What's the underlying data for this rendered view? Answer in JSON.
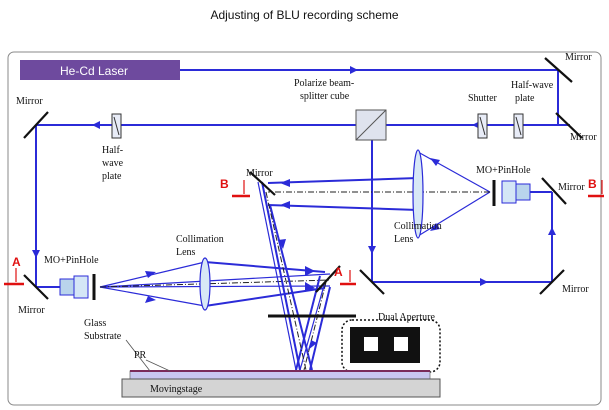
{
  "title": "Adjusting of BLU recording scheme",
  "labels": {
    "laser": "He-Cd Laser",
    "mirror": "Mirror",
    "mirror_top_right_a": "Mirror",
    "mirror_right_b": "Mirror",
    "mirror_left_a": "Mirror",
    "mirror_upper_left": "Mirror",
    "mirror_center": "Mirror",
    "mirror_right": "Mirror",
    "mirror_bottom_right": "Mirror",
    "half_wave_plate_left_1": "Half-",
    "half_wave_plate_left_2": "wave",
    "half_wave_plate_left_3": "plate",
    "half_wave_plate_right_1": "Half-wave",
    "half_wave_plate_right_2": "plate",
    "pbs_1": "Polarize beam-",
    "pbs_2": "splitter cube",
    "shutter": "Shutter",
    "mo_pinhole_left": "MO+PinHole",
    "mo_pinhole_right": "MO+PinHole",
    "collimation_left_1": "Collimation",
    "collimation_left_2": "Lens",
    "collimation_right_1": "Collimation",
    "collimation_right_2": "Lens",
    "dual_aperture": "Dual Aperture",
    "glass_substrate_1": "Glass",
    "glass_substrate_2": "Substrate",
    "pr": "PR",
    "moving_stage": "Movingstage",
    "marker_a": "A",
    "marker_b": "B"
  },
  "colors": {
    "beam": "#2b2bd8",
    "laser_box": "#6e4a9e",
    "marker": "#e01010",
    "stage": "#d4d4d4",
    "glass": "#c9c6f0"
  }
}
